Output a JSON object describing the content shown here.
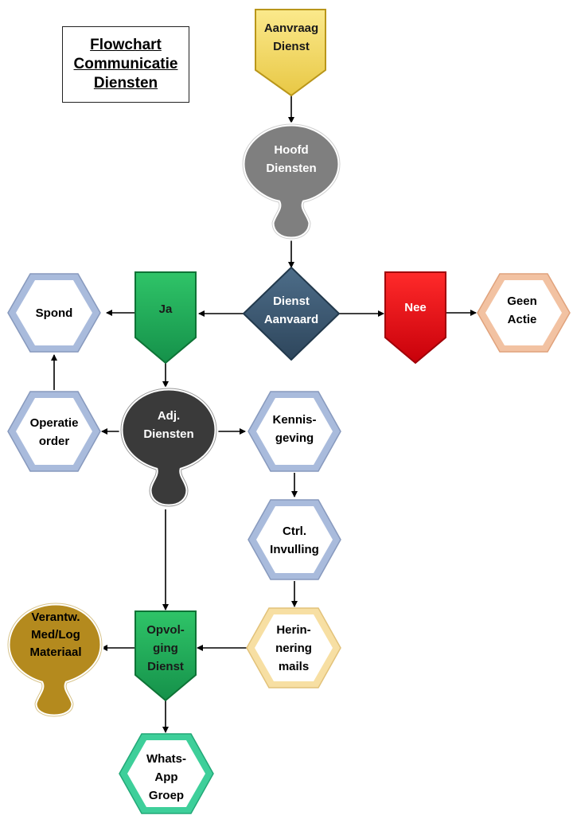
{
  "title": [
    "Flowchart",
    "Communicatie",
    "Diensten"
  ],
  "nodes": {
    "aanvraag": [
      "Aanvraag",
      "Dienst"
    ],
    "hoofd": [
      "Hoofd",
      "Diensten"
    ],
    "aanvaard": [
      "Dienst",
      "Aanvaard"
    ],
    "ja": [
      "Ja"
    ],
    "nee": [
      "Nee"
    ],
    "spond": [
      "Spond"
    ],
    "geen_actie": [
      "Geen",
      "Actie"
    ],
    "operatie": [
      "Operatie",
      "order"
    ],
    "adj": [
      "Adj.",
      "Diensten"
    ],
    "kennis": [
      "Kennis-",
      "geving"
    ],
    "ctrl": [
      "Ctrl.",
      "Invulling"
    ],
    "herinnering": [
      "Herin-",
      "nering",
      "mails"
    ],
    "opvolging": [
      "Opvol-",
      "ging",
      "Dienst"
    ],
    "verantw": [
      "Verantw.",
      "Med/Log",
      "Materiaal"
    ],
    "whatsapp": [
      "Whats-",
      "App",
      "Groep"
    ]
  },
  "colors": {
    "yellow": "#f5dc6a",
    "gray": "#7f7f7f",
    "dark": "#3a3a3a",
    "navy": "#3d5a74",
    "green": "#1fae55",
    "red": "#e8141c",
    "blue_hex": "#a9bbdc",
    "peach_hex": "#f2c2a2",
    "cream_hex": "#f7dfa3",
    "teal_hex": "#3ecf9a",
    "gold": "#b48a1e"
  }
}
